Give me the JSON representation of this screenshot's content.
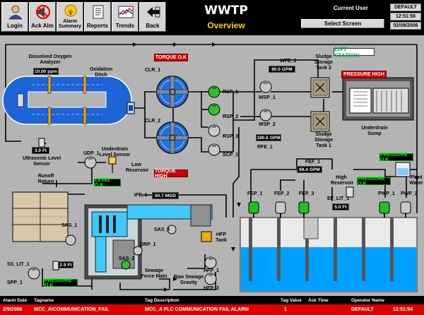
{
  "toolbar": {
    "buttons": [
      {
        "label": "Login",
        "icon": "login-icon"
      },
      {
        "label": "Ack Alm",
        "icon": "speaker-mute-icon"
      },
      {
        "label": "Alarm Summary",
        "icon": "alarm-bell-icon"
      },
      {
        "label": "Reports",
        "icon": "report-icon"
      },
      {
        "label": "Trends",
        "icon": "trend-icon"
      },
      {
        "label": "Back",
        "icon": "back-arrow-icon"
      }
    ]
  },
  "header": {
    "title": "WWTP",
    "subtitle": "Overview",
    "current_user_label": "Current User",
    "current_user": "DEFAULT",
    "time": "12:51:58",
    "date": "02/09/2006",
    "select_screen": "Select  Screen"
  },
  "process": {
    "dissolved_oxygen_label": "Dissolved Oxygen Analyzer",
    "dissolved_oxygen_value": "10.00",
    "dissolved_oxygen_unit": "ppm",
    "oxidation_ditch": "Oxidation Ditch",
    "clr1": "CLR_1",
    "clr2": "CLR_2",
    "clr1_status": "TORQUE O.K",
    "clr2_status": "TORQUE HIGH",
    "rsp1": "RSP_1",
    "rsp2": "RSP_2",
    "rsp3": "RSP_3",
    "scp1": "SCP_1",
    "wfe1": "WFE_1",
    "wfe1_value": "90.0",
    "wfe1_unit": "GPM",
    "wsp1": "WSP_1",
    "wsp2": "WSP_2",
    "rfe1_value": "180.6",
    "rfe1_unit": "GPM",
    "rfe1": "RFE_1",
    "sludge_tank2": "Sludge Storage Tank 2",
    "sludge_tank1": "Sludge Storage Tank 1",
    "lift_station": "LIFT STATION",
    "pressure_high": "PRESSURE HIGH",
    "underdrain_sump": "Underdrain Sump",
    "ultrasonic_value": "3.0",
    "ultrasonic_unit": "Ft",
    "ultrasonic_label": "Ultrasonic Level Sensor",
    "udp1": "UDP_1",
    "underdrain_level_sensor": "Underdrain Level Sensor",
    "low_reservoir": "Low Reservoir",
    "runoff_return": "Runoff Return",
    "level_ok": "LEVEL O.K",
    "fef1": "FEF_1",
    "fef1_value": "69.4",
    "fef1_unit": "GPM",
    "high_reservoir": "High Reservoir",
    "pressure_ok_1": "PRESSURE O.K",
    "pressure_ok_2": "PRESSURE O.K",
    "pressure_ok_3": "PRESSURE O.K",
    "plant_water": "Plant Water",
    "fep1": "FEP_1",
    "fep2": "FEP_2",
    "fep3": "FEP_3",
    "ef_lit1": "EF_LIT_1",
    "ef_lit1_value": "5.0",
    "ef_lit1_unit": "Ft",
    "pwp1": "PWP_1",
    "pwp2": "PWP_2",
    "ife1": "IFE_1",
    "ife1_value": "60.7",
    "ife1_unit": "MGD",
    "sas1": "SAS_1",
    "sas2": "SAS_2",
    "sas3": "SAS_3",
    "drp1": "DRP_1",
    "hfp_tank": "HFP Tank",
    "hfp1": "HFP_1",
    "hfp2": "HFP_2",
    "ss_lit1": "SS_LIT_1",
    "ss_lit1_value": "2.9",
    "ss_lit1_unit": "Ft",
    "spp1": "SPP_1",
    "sewage_force_main": "Sewage Force Main",
    "raw_sewage_gravity": "Raw Sewage Gravity"
  },
  "alarms": {
    "columns": {
      "date": "Alarm Date",
      "tagname": "Tagname",
      "desc": "Tag Description",
      "value": "Tag Value",
      "ack": "Ack Time",
      "operator": "Operator Name"
    },
    "rows": [
      {
        "date": "2/9/2006",
        "tagname": "MCC_A\\COMMUNICATION_FAIL",
        "desc": "MCC_A PLC COMMUNICATION FAIL ALARM",
        "value": "1",
        "operator": "DEFAULT",
        "time": "12:51:54"
      }
    ]
  }
}
